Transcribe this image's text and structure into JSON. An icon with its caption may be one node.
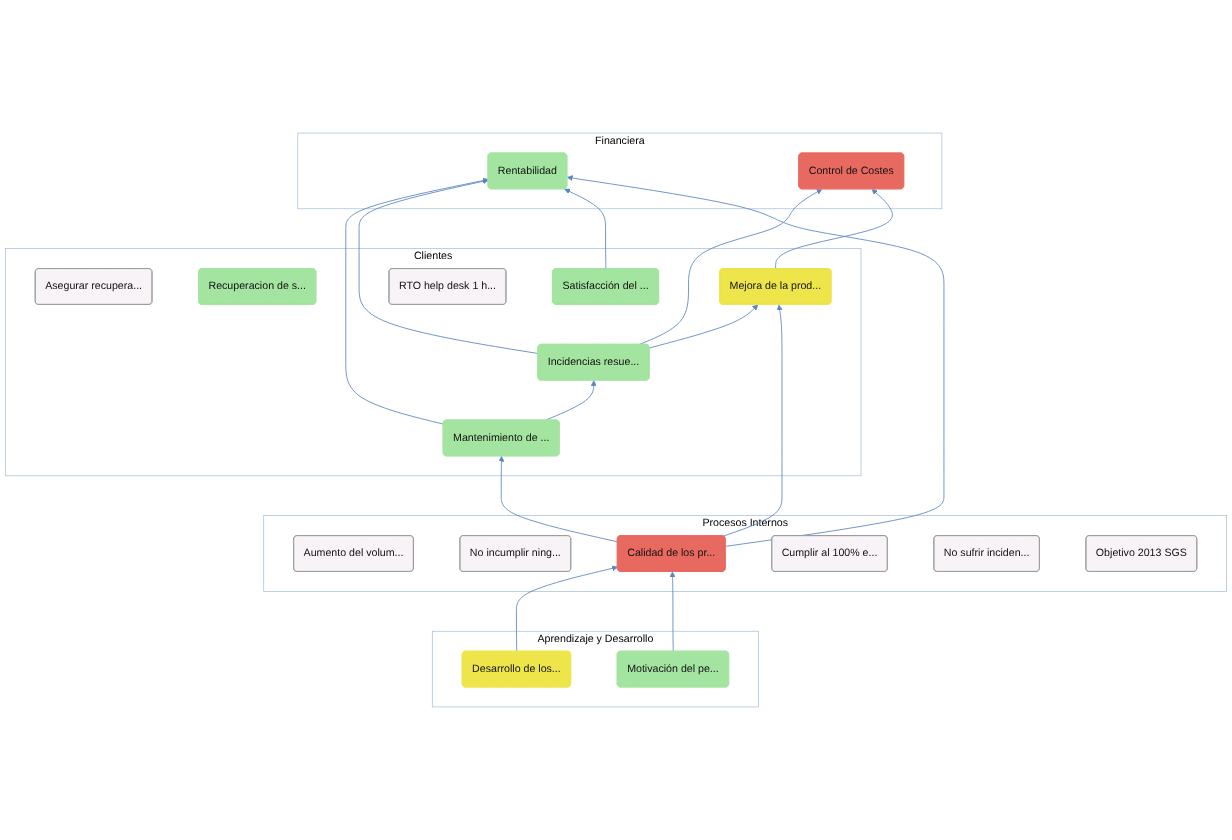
{
  "diagram": {
    "nodes": [
      {
        "text": [
          "Financiera"
        ]
      },
      {
        "text": [
          "Rentabilidad"
        ],
        "in": 0
      },
      {
        "text": [
          "Control de Costes"
        ],
        "in": 0
      },
      {
        "text": [
          "Clientes"
        ]
      },
      {
        "text": [
          "Asegurar recupera..."
        ],
        "in": 3
      },
      {
        "text": [
          "Recuperacion de s..."
        ],
        "in": 3
      },
      {
        "text": [
          "Mantenimiento de ..."
        ],
        "in": 3
      },
      {
        "text": [
          "Incidencias resue..."
        ],
        "in": 3
      },
      {
        "text": [
          "Satisfacción del ..."
        ],
        "in": 3
      },
      {
        "text": [
          "Mejora de la prod..."
        ],
        "in": 3
      },
      {
        "text": [
          "RTO help desk 1 h..."
        ],
        "in": 3
      },
      {
        "text": [
          "Procesos Internos"
        ]
      },
      {
        "text": [
          "Aumento del volum..."
        ],
        "in": 11
      },
      {
        "text": [
          "Calidad de los pr..."
        ],
        "in": 11
      },
      {
        "text": [
          "No incumplir ning..."
        ],
        "in": 11
      },
      {
        "text": [
          "Cumplir al 100% e..."
        ],
        "in": 11
      },
      {
        "text": [
          "No sufrir inciden..."
        ],
        "in": 11
      },
      {
        "text": [
          "Objetivo 2013 SGS"
        ],
        "in": 11
      },
      {
        "text": [
          "Aprendizaje y Desarrollo"
        ]
      },
      {
        "text": [
          "Motivación del pe..."
        ],
        "in": 18
      },
      {
        "text": [
          "Desarrollo de los..."
        ],
        "in": 18
      }
    ],
    "edges": [
      {
        "from": 6,
        "to": 1,
        "arrow": "to"
      },
      {
        "from": 6,
        "to": 7,
        "arrow": "to"
      },
      {
        "from": 7,
        "to": 1,
        "arrow": "to"
      },
      {
        "from": 7,
        "to": 2,
        "arrow": "to"
      },
      {
        "from": 7,
        "to": 9,
        "arrow": "to"
      },
      {
        "from": 8,
        "to": 1,
        "arrow": "to"
      },
      {
        "from": 9,
        "to": 2,
        "arrow": "to"
      },
      {
        "from": 13,
        "to": 6,
        "arrow": "to"
      },
      {
        "from": 13,
        "to": 1,
        "arrow": "to"
      },
      {
        "from": 13,
        "to": 9,
        "arrow": "to"
      },
      {
        "from": 20,
        "to": 13,
        "arrow": "to"
      },
      {
        "from": 19,
        "to": 13,
        "arrow": "to"
      }
    ]
  }
}
